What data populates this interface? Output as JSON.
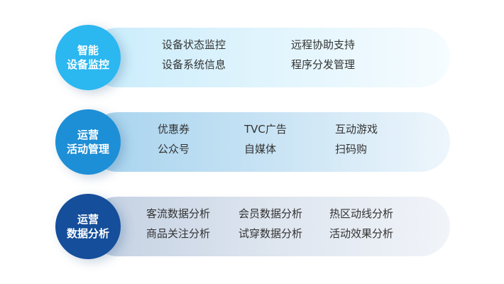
{
  "sections": [
    {
      "title_lines": [
        "智能",
        "设备监控"
      ],
      "items": [
        "设备状态监控",
        "远程协助支持",
        "设备系统信息",
        "程序分发管理"
      ]
    },
    {
      "title_lines": [
        "运营",
        "活动管理"
      ],
      "items": [
        "优惠券",
        "TVC广告",
        "互动游戏",
        "公众号",
        "自媒体",
        "扫码购"
      ]
    },
    {
      "title_lines": [
        "运营",
        "数据分析"
      ],
      "items": [
        "客流数据分析",
        "会员数据分析",
        "热区动线分析",
        "商品关注分析",
        "试穿数据分析",
        "活动效果分析"
      ]
    }
  ],
  "colors": {
    "circle_1": "#2bb7f0",
    "circle_2": "#1d8fd6",
    "circle_3": "#154e9a",
    "text": "#333333"
  }
}
